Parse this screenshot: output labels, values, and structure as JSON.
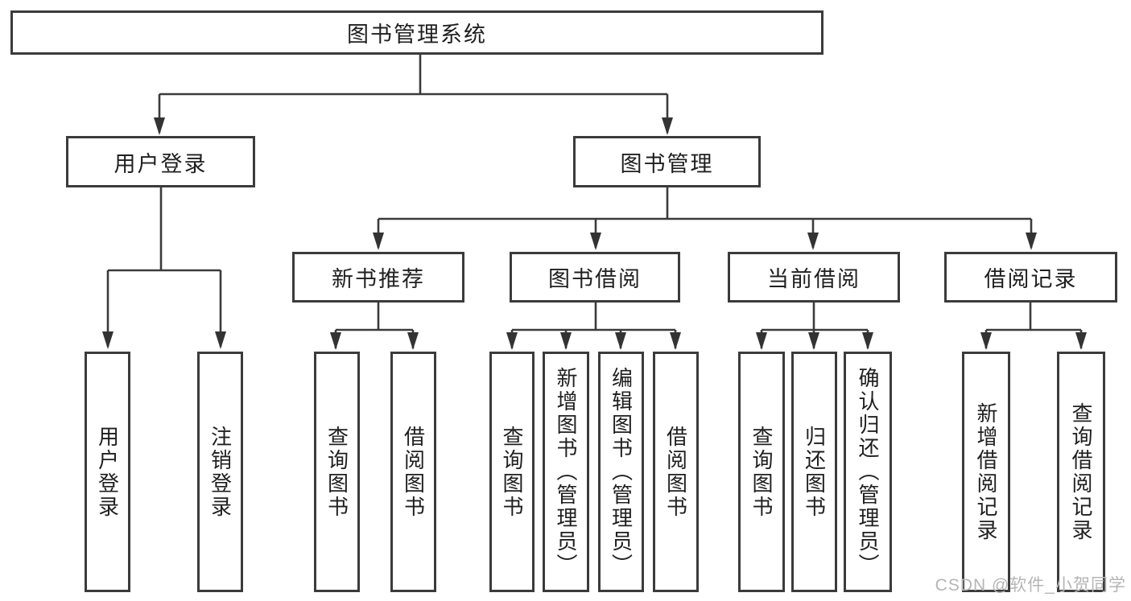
{
  "diagram": {
    "root": {
      "label": "图书管理系统"
    },
    "branches": [
      {
        "label": "用户登录",
        "children": [
          {
            "label": "用户登录"
          },
          {
            "label": "注销登录"
          }
        ]
      },
      {
        "label": "图书管理",
        "children": [
          {
            "label": "新书推荐",
            "children": [
              {
                "label": "查询图书"
              },
              {
                "label": "借阅图书"
              }
            ]
          },
          {
            "label": "图书借阅",
            "children": [
              {
                "label": "查询图书"
              },
              {
                "label": "新增图书（管理员）"
              },
              {
                "label": "编辑图书（管理员）"
              },
              {
                "label": "借阅图书"
              }
            ]
          },
          {
            "label": "当前借阅",
            "children": [
              {
                "label": "查询图书"
              },
              {
                "label": "归还图书"
              },
              {
                "label": "确认归还（管理员）"
              }
            ]
          },
          {
            "label": "借阅记录",
            "children": [
              {
                "label": "新增借阅记录"
              },
              {
                "label": "查询借阅记录"
              }
            ]
          }
        ]
      }
    ]
  },
  "watermark": {
    "text": "CSDN @软件_小贺同学"
  },
  "colors": {
    "line": "#3b3b3b",
    "text": "#1f1f1f",
    "watermark": "#b5b5b5",
    "background": "#ffffff"
  }
}
